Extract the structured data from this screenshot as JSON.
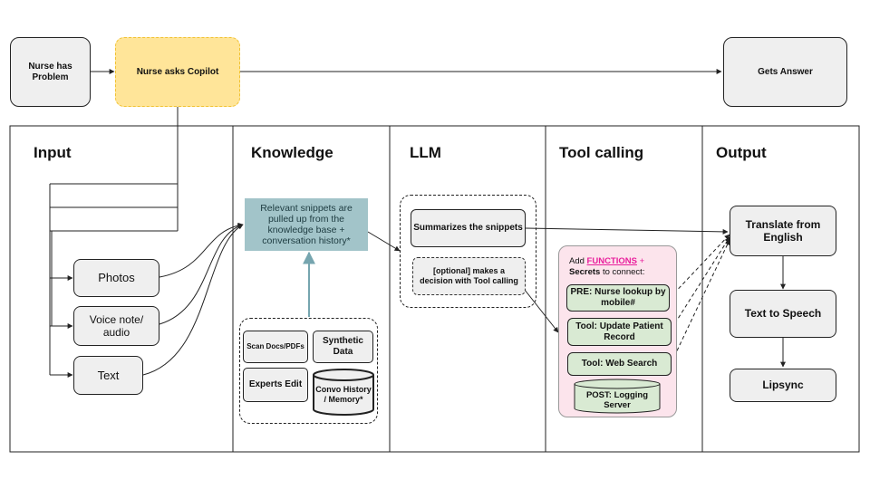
{
  "flow": {
    "problem": "Nurse has Problem",
    "ask": "Nurse asks Copilot",
    "answer": "Gets Answer"
  },
  "sections": {
    "input": "Input",
    "knowledge": "Knowledge",
    "llm": "LLM",
    "tool_calling": "Tool calling",
    "output": "Output"
  },
  "input": {
    "photos": "Photos",
    "voice": "Voice note/ audio",
    "text": "Text"
  },
  "knowledge": {
    "snippets": "Relevant snippets are pulled up from the knowledge base + conversation history*",
    "scan": "Scan Docs/PDFs",
    "synthetic": "Synthetic Data",
    "experts": "Experts Edit",
    "convo": "Convo History / Memory*"
  },
  "llm": {
    "summarize": "Summarizes the snippets",
    "decision": "[optional] makes a decision with Tool calling"
  },
  "tools": {
    "add_prefix": "Add ",
    "functions": "FUNCTIONS",
    "plus": " + ",
    "secrets": "Secrets",
    "connect": " to connect:",
    "pre": "PRE: Nurse lookup by mobile#",
    "update": "Tool: Update Patient Record",
    "web": "Tool: Web Search",
    "post": "POST: Logging Server"
  },
  "output": {
    "translate": "Translate from English",
    "tts": "Text to Speech",
    "lipsync": "Lipsync"
  },
  "colors": {
    "copilot_fill": "#ffe599",
    "copilot_border": "#f1c232",
    "snippet_fill": "#a2c4c9",
    "tool_panel_fill": "#fce4ec",
    "functions_text": "#e91e9c",
    "teal_arrow": "#76a5af"
  }
}
